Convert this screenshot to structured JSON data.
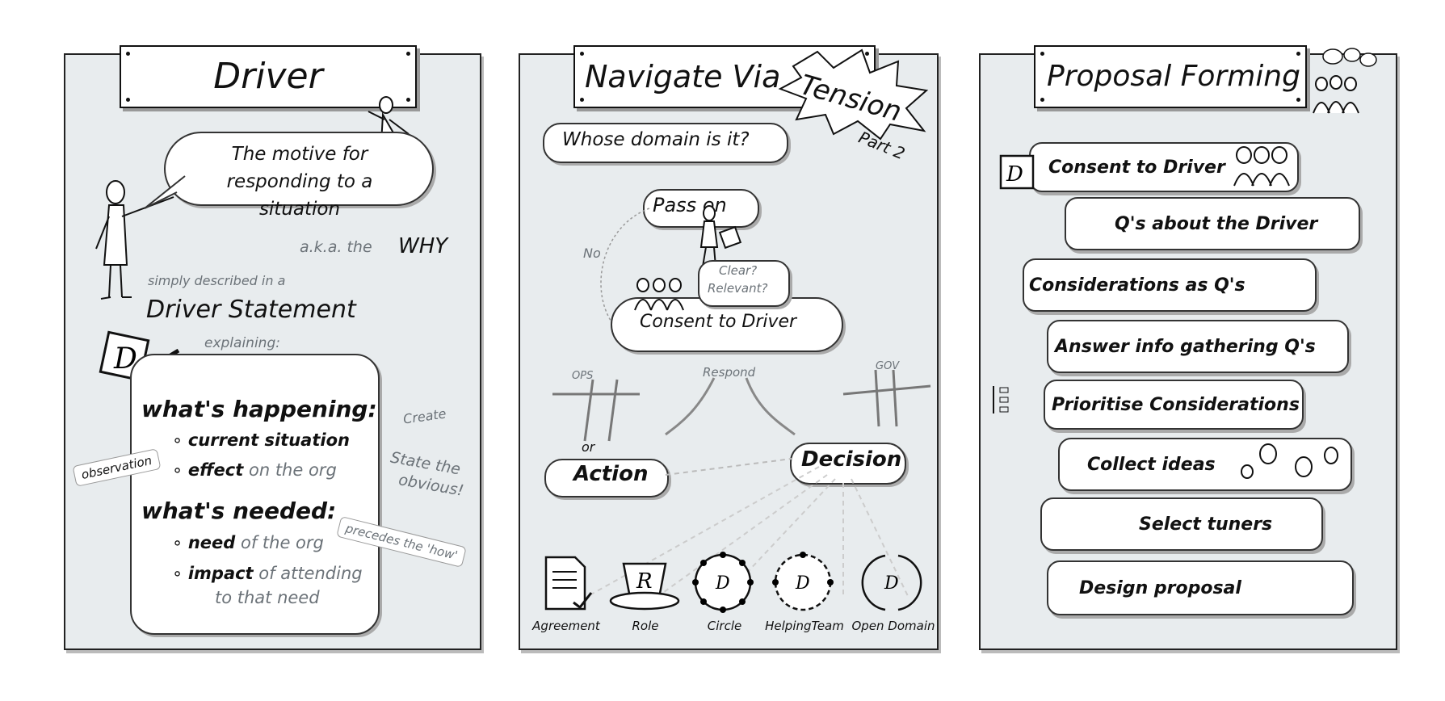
{
  "panels": {
    "driver": {
      "title": "Driver",
      "bubble": "The motive for responding to a situation",
      "aka": "a.k.a. the",
      "why": "WHY",
      "simply": "simply described in a",
      "statement": "Driver Statement",
      "explaining": "explaining:",
      "happening": "what's happening:",
      "current": "current situation",
      "effect": "effect",
      "on_org": "on the org",
      "needed": "what's needed:",
      "need": "need",
      "of_org": "of the org",
      "impact": "impact",
      "of_attending": "of attending",
      "to_need": "to that need",
      "observation": "observation",
      "create": "Create",
      "state_obvious_1": "State the",
      "state_obvious_2": "obvious!",
      "precedes": "precedes the 'how'"
    },
    "navigate": {
      "title": "Navigate Via",
      "tension": "Tension",
      "part": "Part 2",
      "whose_domain": "Whose domain is it?",
      "pass_on": "Pass on",
      "no": "No",
      "clear": "Clear?",
      "relevant": "Relevant?",
      "consent": "Consent to Driver",
      "respond": "Respond",
      "ops": "OPS",
      "gov": "GOV",
      "or": "or",
      "action": "Action",
      "decision": "Decision",
      "icons": [
        "Agreement",
        "Role",
        "Circle",
        "HelpingTeam",
        "Open Domain"
      ]
    },
    "proposal": {
      "title": "Proposal Forming",
      "steps": [
        "Consent to Driver",
        "Q's about the Driver",
        "Considerations as Q's",
        "Answer info gathering Q's",
        "Prioritise Considerations",
        "Collect ideas",
        "Select tuners",
        "Design proposal"
      ]
    }
  }
}
